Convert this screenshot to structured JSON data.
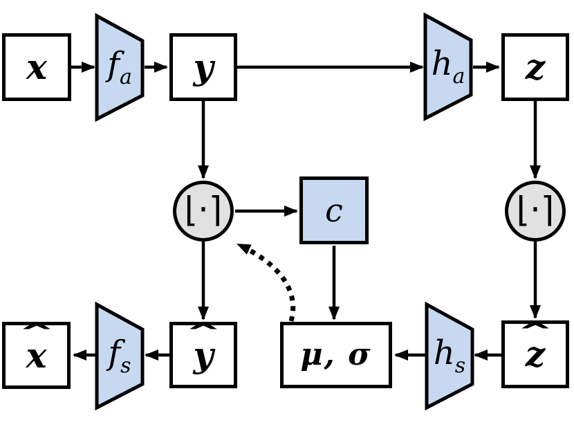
{
  "diagram": {
    "type": "flow-diagram",
    "description": "learned image compression autoencoder with hyperprior",
    "colors": {
      "transform_fill": "#C7D9F1",
      "quantizer_fill": "#E1E1E1",
      "stroke": "#000000",
      "background": "#FFFFFF"
    },
    "nodes": {
      "x": {
        "label": "x"
      },
      "fa": {
        "base": "f",
        "sub": "a"
      },
      "y": {
        "label": "y"
      },
      "ha": {
        "base": "h",
        "sub": "a"
      },
      "z": {
        "label": "z"
      },
      "quantizer_left": {
        "label": "⌊·⌉"
      },
      "quantizer_right": {
        "label": "⌊·⌉"
      },
      "c": {
        "label": "c"
      },
      "mu_sigma": {
        "label": "μ, σ"
      },
      "xhat": {
        "base": "x",
        "accent": "ˆ"
      },
      "fs": {
        "base": "f",
        "sub": "s"
      },
      "yhat": {
        "base": "y",
        "accent": "ˆ"
      },
      "zhat": {
        "base": "z",
        "accent": "ˆ"
      },
      "hs": {
        "base": "h",
        "sub": "s"
      }
    },
    "edges": [
      {
        "from": "x",
        "to": "fa",
        "style": "solid"
      },
      {
        "from": "fa",
        "to": "y",
        "style": "solid"
      },
      {
        "from": "y",
        "to": "ha",
        "style": "solid"
      },
      {
        "from": "ha",
        "to": "z",
        "style": "solid"
      },
      {
        "from": "y",
        "to": "quantizer_left",
        "style": "solid"
      },
      {
        "from": "quantizer_left",
        "to": "c",
        "style": "solid"
      },
      {
        "from": "quantizer_left",
        "to": "yhat",
        "style": "solid"
      },
      {
        "from": "c",
        "to": "mu_sigma",
        "style": "solid"
      },
      {
        "from": "z",
        "to": "quantizer_right",
        "style": "solid"
      },
      {
        "from": "quantizer_right",
        "to": "zhat",
        "style": "solid"
      },
      {
        "from": "zhat",
        "to": "hs",
        "style": "solid"
      },
      {
        "from": "hs",
        "to": "mu_sigma",
        "style": "solid"
      },
      {
        "from": "yhat",
        "to": "fs",
        "style": "solid"
      },
      {
        "from": "fs",
        "to": "xhat",
        "style": "solid"
      },
      {
        "from": "mu_sigma",
        "to": "quantizer_left",
        "style": "dotted"
      }
    ]
  }
}
